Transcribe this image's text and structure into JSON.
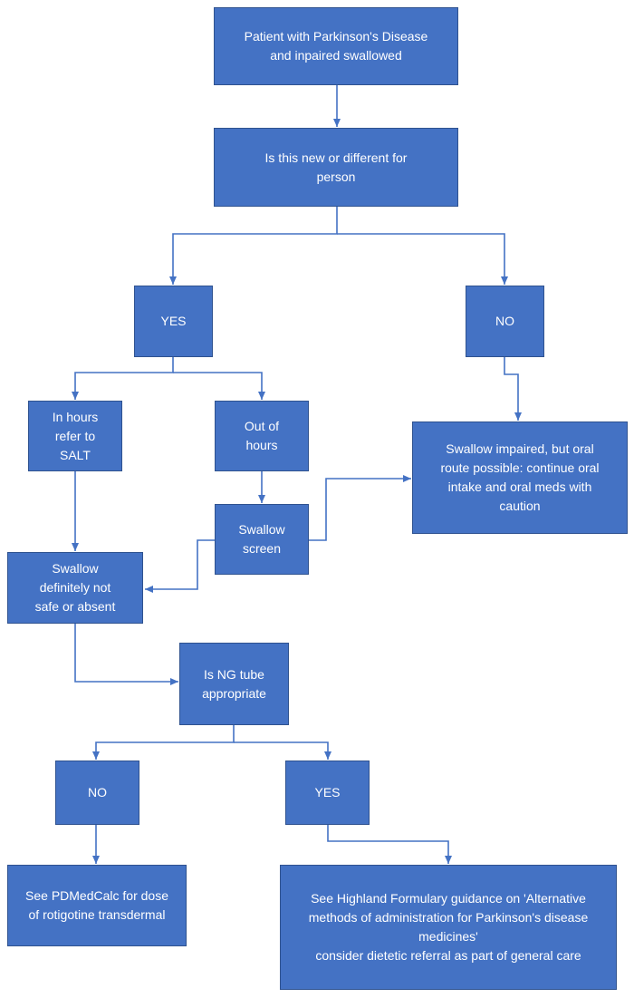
{
  "nodes": {
    "start": "Patient with Parkinson's Disease\nand inpaired swallowed",
    "question_new": "Is this new or different for\nperson",
    "yes_1": "YES",
    "no_1": "NO",
    "in_hours": "In hours\nrefer to\nSALT",
    "out_of_hours": "Out of\nhours",
    "swallow_screen": "Swallow\nscreen",
    "oral_route": "Swallow impaired, but oral\nroute possible: continue oral\nintake and oral meds with\ncaution",
    "not_safe": "Swallow\ndefinitely not\nsafe or absent",
    "ng_question": "Is NG tube\nappropriate",
    "no_2": "NO",
    "yes_2": "YES",
    "pdmedcalc": "See PDMedCalc for dose\nof rotigotine transdermal",
    "formulary": "See Highland Formulary guidance on 'Alternative\nmethods of administration for Parkinson's disease\nmedicines'\nconsider dietetic referral as part of general care"
  },
  "colors": {
    "box_fill": "#4472c4",
    "box_border": "#2f528f",
    "connector": "#4472c4",
    "text": "#ffffff"
  }
}
